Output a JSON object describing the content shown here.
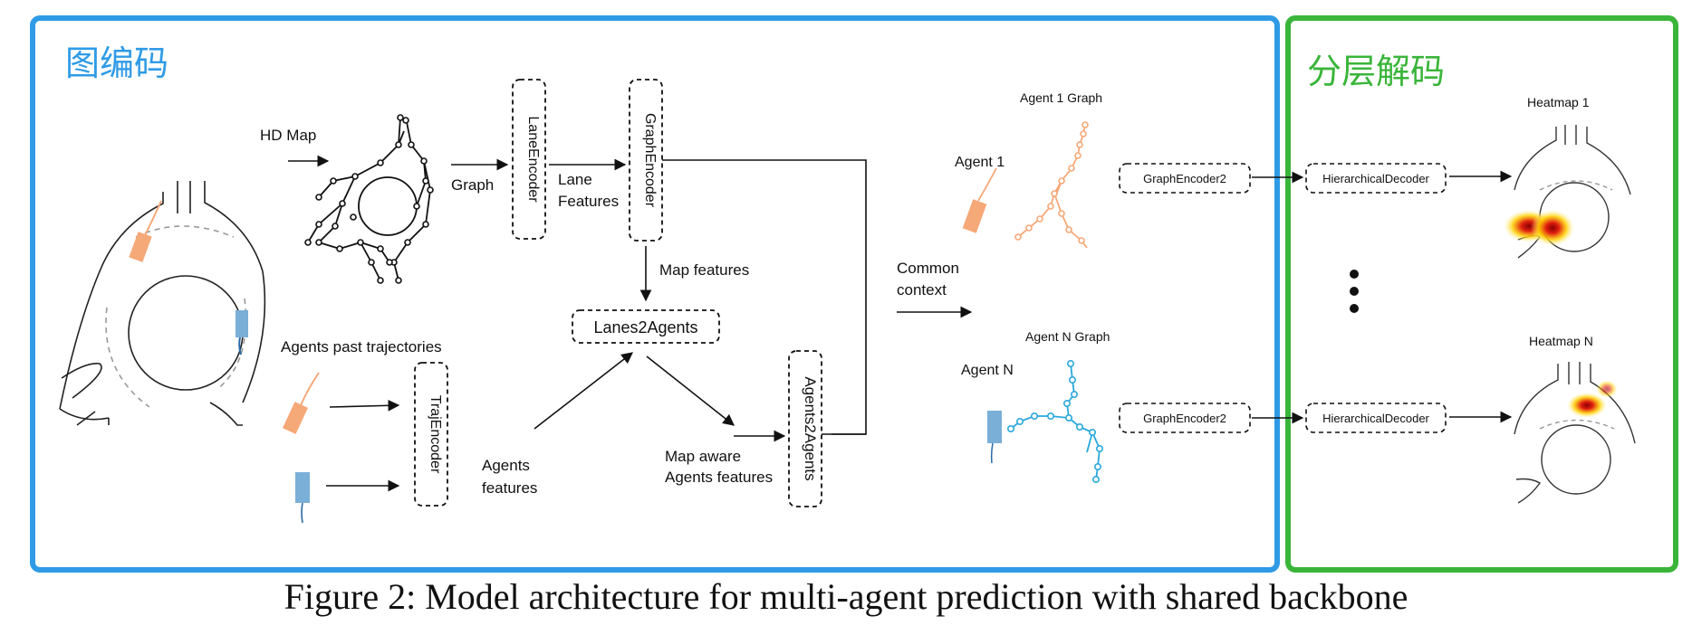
{
  "panels": {
    "encoder_title": "图编码",
    "decoder_title": "分层解码"
  },
  "colors": {
    "encoder_border": "#2f9be6",
    "decoder_border": "#3ab53a",
    "agent1": "#f5a878",
    "agentN": "#2aa8dc",
    "agentN_box": "#7aafd8"
  },
  "labels": {
    "hd_map": "HD Map",
    "graph": "Graph",
    "lane_features_1": "Lane",
    "lane_features_2": "Features",
    "map_features": "Map features",
    "agents_past": "Agents past trajectories",
    "agents_features_1": "Agents",
    "agents_features_2": "features",
    "map_aware_1": "Map aware",
    "map_aware_2": "Agents features",
    "common_context_1": "Common",
    "common_context_2": "context",
    "agent1_graph": "Agent 1 Graph",
    "agentN_graph": "Agent N Graph",
    "agent1": "Agent 1",
    "agentN": "Agent N",
    "heatmap1": "Heatmap 1",
    "heatmapN": "Heatmap N"
  },
  "modules": {
    "lane_encoder": "LaneEncoder",
    "graph_encoder": "GraphEncoder",
    "lanes2agents": "Lanes2Agents",
    "traj_encoder": "TrajEncoder",
    "agents2agents": "Agents2Agents",
    "graph_encoder2_a": "GraphEncoder2",
    "graph_encoder2_b": "GraphEncoder2",
    "hier_decoder_a": "HierarchicalDecoder",
    "hier_decoder_b": "HierarchicalDecoder"
  },
  "caption": "Figure 2: Model architecture for multi-agent prediction with shared backbone"
}
